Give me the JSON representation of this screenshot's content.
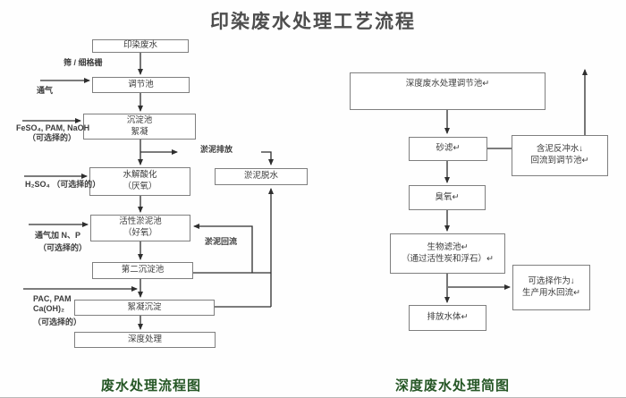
{
  "title": "印染废水处理工艺流程",
  "colors": {
    "caption_green": "#265726",
    "title_gray": "#4d4d4d",
    "line_dark": "#2e2e2e",
    "box_border": "#7f7f7f"
  },
  "left": {
    "caption": "废水处理流程图",
    "boxes": {
      "influent": "印染废水",
      "regulating": "调节池",
      "sedimentation_line1": "沉淀池",
      "sedimentation_line2": "絮凝",
      "hydrolysis_line1": "水解酸化",
      "hydrolysis_line2": "（厌氧）",
      "activated_line1": "活性淤泥池",
      "activated_line2": "（好氧）",
      "secondary": "第二沉淀池",
      "coagulation": "絮凝沉淀",
      "advanced": "深度处理",
      "dewatering": "淤泥脱水"
    },
    "labels": {
      "screen": "筛 / 细格栅",
      "aeration": "通气",
      "feso4": "FeSO₄, PAM, NaOH",
      "optional1": "（可选择的）",
      "h2so4": "H₂SO₄ （可选择的）",
      "aeration_np": "通气加 N、P",
      "optional2": "（可选择的）",
      "pac_line1": "PAC, PAM",
      "pac_line2": "Ca(OH)₂",
      "optional3": "（可选择的）",
      "sludge_discharge": "淤泥排放",
      "sludge_return": "淤泥回流"
    }
  },
  "right": {
    "caption": "深度废水处理简图",
    "boxes": {
      "regulating": "深度废水处理调节池↵",
      "sand_filter": "砂滤↵",
      "backwash_line1": "含泥反冲水↓",
      "backwash_line2": "回流到调节池↵",
      "ozone": "臭氧↵",
      "biofilter_line1": "生物滤池↵",
      "biofilter_line2": "（通过活性炭和浮石）↵",
      "reuse_line1": "可选择作为↓",
      "reuse_line2": "生产用水回流↵",
      "discharge": "排放水体↵"
    }
  }
}
